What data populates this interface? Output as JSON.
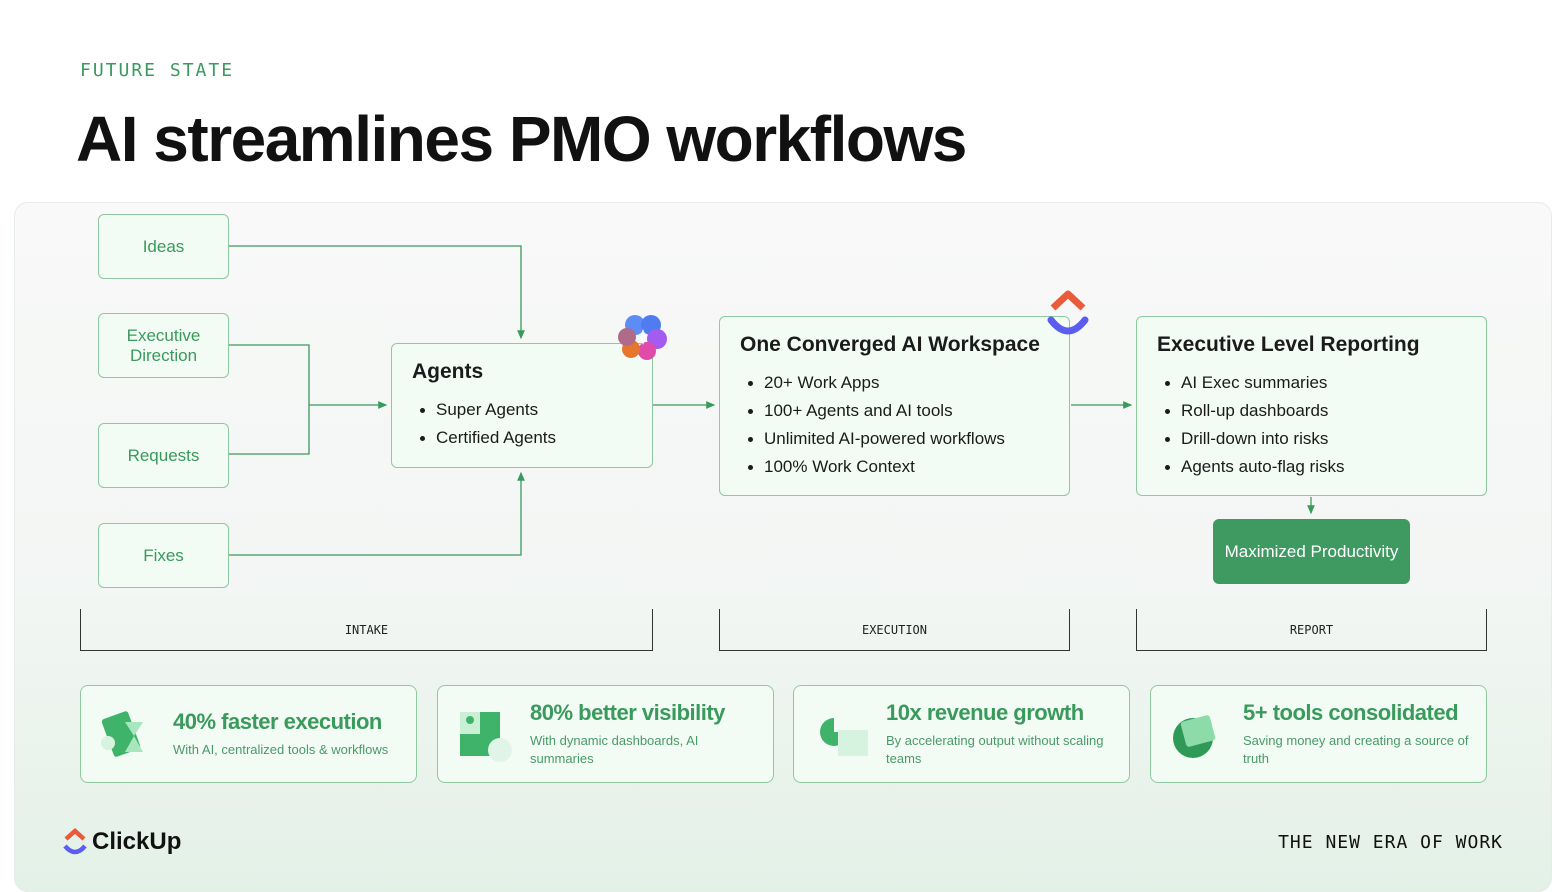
{
  "eyebrow": "FUTURE STATE",
  "title": "AI streamlines PMO workflows",
  "sources": [
    "Ideas",
    "Executive Direction",
    "Requests",
    "Fixes"
  ],
  "agents": {
    "title": "Agents",
    "items": [
      "Super Agents",
      "Certified Agents"
    ]
  },
  "workspace": {
    "title": "One Converged AI Workspace",
    "items": [
      "20+ Work Apps",
      "100+ Agents and AI tools",
      "Unlimited AI-powered workflows",
      "100% Work Context"
    ]
  },
  "reporting": {
    "title": "Executive Level Reporting",
    "items": [
      "AI Exec summaries",
      "Roll-up dashboards",
      "Drill-down into risks",
      "Agents auto-flag risks"
    ]
  },
  "outcome": "Maximized Productivity",
  "phases": [
    "INTAKE",
    "EXECUTION",
    "REPORT"
  ],
  "stats": [
    {
      "headline": "40% faster execution",
      "sub": "With AI, centralized tools & workflows"
    },
    {
      "headline": "80% better visibility",
      "sub": "With dynamic dashboards, AI summaries"
    },
    {
      "headline": "10x revenue growth",
      "sub": "By accelerating output without scaling teams"
    },
    {
      "headline": "5+ tools consolidated",
      "sub": "Saving money and creating a source of truth"
    }
  ],
  "brand": "ClickUp",
  "tagline": "THE NEW ERA OF WORK",
  "colors": {
    "accent": "#3a9a5c",
    "border": "#8fc9a0",
    "button": "#3f9a62"
  }
}
